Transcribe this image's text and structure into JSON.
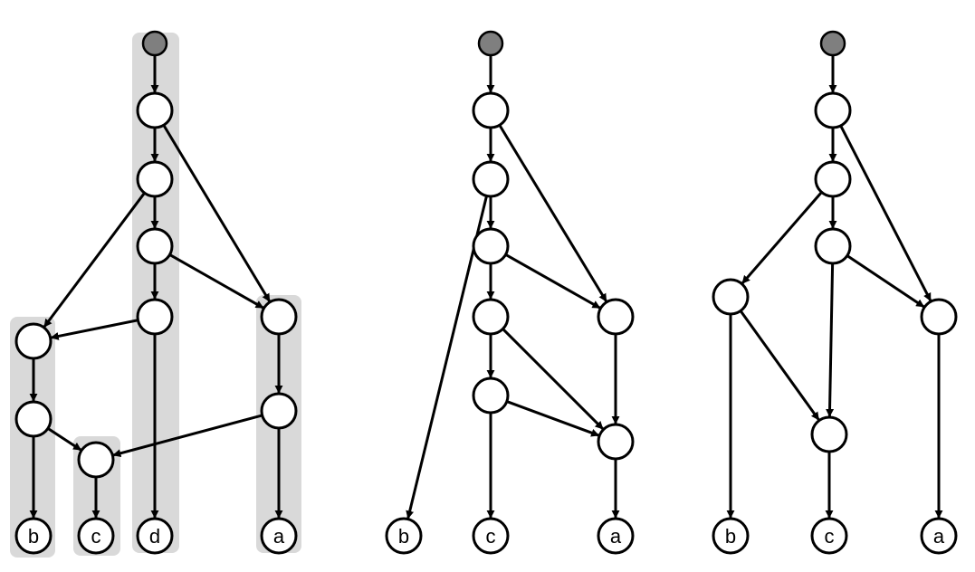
{
  "colors": {
    "root_fill": "#7f7f7f",
    "node_fill": "#ffffff",
    "stroke": "#000000",
    "highlight": "#d9d9d9"
  },
  "panels": [
    {
      "id": "left",
      "highlights": [
        "d-chain",
        "a-chain",
        "b-chain",
        "c-chain"
      ],
      "nodes": [
        {
          "id": "r",
          "kind": "root"
        },
        {
          "id": "n1"
        },
        {
          "id": "n2"
        },
        {
          "id": "n3"
        },
        {
          "id": "n4"
        },
        {
          "id": "n5"
        },
        {
          "id": "n6"
        },
        {
          "id": "n7"
        },
        {
          "id": "n8"
        },
        {
          "id": "n9"
        },
        {
          "id": "lb",
          "label": "b"
        },
        {
          "id": "lc",
          "label": "c"
        },
        {
          "id": "ld",
          "label": "d"
        },
        {
          "id": "la",
          "label": "a"
        }
      ],
      "edges": [
        [
          "r",
          "n1"
        ],
        [
          "n1",
          "n2"
        ],
        [
          "n1",
          "n5"
        ],
        [
          "n2",
          "n3"
        ],
        [
          "n2",
          "n7"
        ],
        [
          "n3",
          "n4"
        ],
        [
          "n3",
          "n5"
        ],
        [
          "n4",
          "n7"
        ],
        [
          "n4",
          "ld"
        ],
        [
          "n5",
          "n6"
        ],
        [
          "n6",
          "n9"
        ],
        [
          "n6",
          "la"
        ],
        [
          "n7",
          "n8"
        ],
        [
          "n8",
          "n9"
        ],
        [
          "n8",
          "lb"
        ],
        [
          "n9",
          "lc"
        ]
      ]
    },
    {
      "id": "middle",
      "nodes": [
        {
          "id": "r",
          "kind": "root"
        },
        {
          "id": "n1"
        },
        {
          "id": "n2"
        },
        {
          "id": "n3"
        },
        {
          "id": "n4"
        },
        {
          "id": "n5"
        },
        {
          "id": "n6"
        },
        {
          "id": "n7"
        },
        {
          "id": "lb",
          "label": "b"
        },
        {
          "id": "lc",
          "label": "c"
        },
        {
          "id": "la",
          "label": "a"
        }
      ],
      "edges": [
        [
          "r",
          "n1"
        ],
        [
          "n1",
          "n2"
        ],
        [
          "n1",
          "n6"
        ],
        [
          "n2",
          "n3"
        ],
        [
          "n2",
          "lb"
        ],
        [
          "n3",
          "n4"
        ],
        [
          "n3",
          "n6"
        ],
        [
          "n4",
          "n5"
        ],
        [
          "n4",
          "n7"
        ],
        [
          "n5",
          "n7"
        ],
        [
          "n5",
          "lc"
        ],
        [
          "n6",
          "n7"
        ],
        [
          "n7",
          "la"
        ]
      ]
    },
    {
      "id": "right",
      "nodes": [
        {
          "id": "r",
          "kind": "root"
        },
        {
          "id": "n1"
        },
        {
          "id": "n2"
        },
        {
          "id": "n3"
        },
        {
          "id": "n4"
        },
        {
          "id": "n5"
        },
        {
          "id": "n6"
        },
        {
          "id": "lb",
          "label": "b"
        },
        {
          "id": "lc",
          "label": "c"
        },
        {
          "id": "la",
          "label": "a"
        }
      ],
      "edges": [
        [
          "r",
          "n1"
        ],
        [
          "n1",
          "n2"
        ],
        [
          "n1",
          "n5"
        ],
        [
          "n2",
          "n3"
        ],
        [
          "n2",
          "n4"
        ],
        [
          "n3",
          "n6"
        ],
        [
          "n3",
          "n5"
        ],
        [
          "n4",
          "lb"
        ],
        [
          "n4",
          "n6"
        ],
        [
          "n5",
          "la"
        ],
        [
          "n6",
          "lc"
        ]
      ]
    }
  ]
}
